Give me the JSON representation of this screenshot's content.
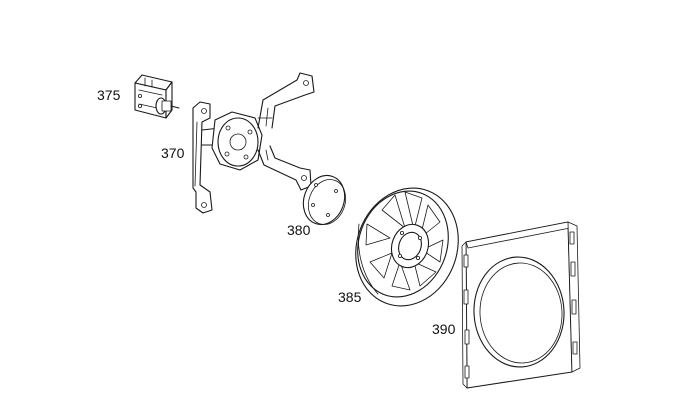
{
  "callouts": {
    "part_375": "375",
    "part_370": "370",
    "part_380": "380",
    "part_385": "385",
    "part_390": "390"
  },
  "colors": {
    "line": "#1a1a1a",
    "background": "#ffffff"
  }
}
